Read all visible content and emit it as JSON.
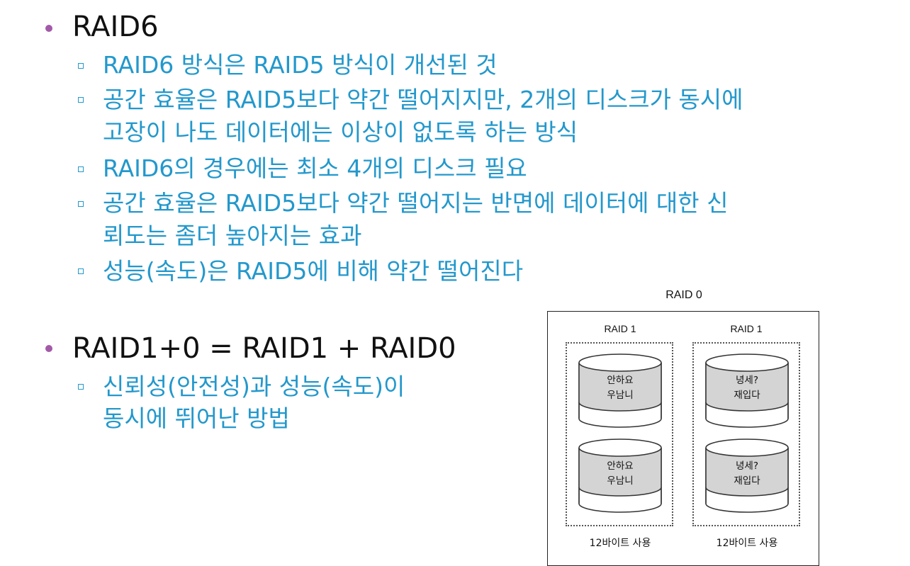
{
  "section1": {
    "title": "RAID6",
    "items": [
      "RAID6 방식은 RAID5 방식이 개선된 것",
      "공간 효율은 RAID5보다 약간 떨어지지만, 2개의 디스크가 동시에",
      "고장이 나도 데이터에는 이상이 없도록 하는 방식",
      "RAID6의 경우에는 최소 4개의 디스크 필요",
      "공간 효율은 RAID5보다 약간 떨어지는 반면에 데이터에 대한 신",
      "뢰도는 좀더 높아지는 효과",
      "성능(속도)은 RAID5에 비해 약간 떨어진다"
    ]
  },
  "section2": {
    "title": "RAID1+0 = RAID1 + RAID0",
    "items": [
      "신뢰성(안전성)과 성능(속도)이",
      "동시에 뛰어난 방법"
    ]
  },
  "diagram": {
    "title": "RAID 0",
    "groups": [
      {
        "label": "RAID 1",
        "disks": [
          {
            "line1": "안하요",
            "line2": "우남니"
          },
          {
            "line1": "안하요",
            "line2": "우남니"
          }
        ],
        "footer": "12바이트 사용"
      },
      {
        "label": "RAID 1",
        "disks": [
          {
            "line1": "녕세?",
            "line2": "재입다"
          },
          {
            "line1": "녕세?",
            "line2": "재입다"
          }
        ],
        "footer": "12바이트 사용"
      }
    ]
  }
}
